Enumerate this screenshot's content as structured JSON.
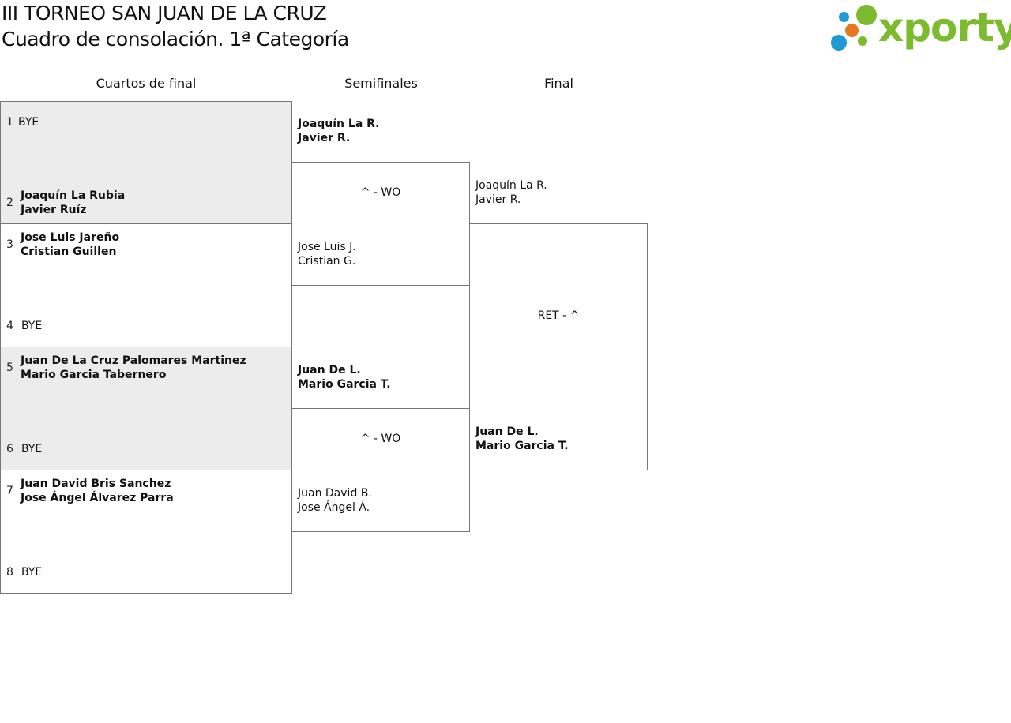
{
  "header": {
    "title": "III TORNEO SAN JUAN DE LA CRUZ",
    "subtitle": "Cuadro de consolación. 1ª Categoría",
    "logo_text": "xporty",
    "logo_colors": {
      "green": "#7cba2e",
      "blue": "#1e9ad6",
      "orange": "#e87722"
    }
  },
  "rounds": [
    "Cuartos de final",
    "Semifinales",
    "Final"
  ],
  "quarterfinals": {
    "matches": [
      {
        "top": {
          "seed": "1",
          "name": "BYE"
        },
        "bottom": {
          "seed": "2",
          "line1": "Joaquín La Rubia",
          "line2": "Javier Ruíz"
        }
      },
      {
        "top": {
          "seed": "3",
          "line1": "Jose Luis Jareño",
          "line2": "Cristian Guillen"
        },
        "bottom": {
          "seed": "4",
          "name": "BYE"
        }
      },
      {
        "top": {
          "seed": "5",
          "line1": "Juan De La Cruz Palomares Martinez",
          "line2": "Mario Garcia Tabernero"
        },
        "bottom": {
          "seed": "6",
          "name": "BYE"
        }
      },
      {
        "top": {
          "seed": "7",
          "line1": "Juan David Bris Sanchez",
          "line2": "Jose Ángel Álvarez Parra"
        },
        "bottom": {
          "seed": "8",
          "name": "BYE"
        }
      }
    ]
  },
  "semifinals": {
    "matches": [
      {
        "top": {
          "line1": "Joaquín La R.",
          "line2": "Javier R."
        },
        "score": "^ - WO",
        "bottom": {
          "line1": "Jose Luis J.",
          "line2": "Cristian G."
        }
      },
      {
        "top": {
          "line1": "Juan De L.",
          "line2": "Mario Garcia T."
        },
        "score": "^ - WO",
        "bottom": {
          "line1": "Juan David B.",
          "line2": "Jose Ángel Á."
        }
      }
    ]
  },
  "final": {
    "top": {
      "line1": "Joaquín La R.",
      "line2": "Javier R."
    },
    "score": "RET - ^",
    "bottom": {
      "line1": "Juan De L.",
      "line2": "Mario Garcia T."
    }
  }
}
